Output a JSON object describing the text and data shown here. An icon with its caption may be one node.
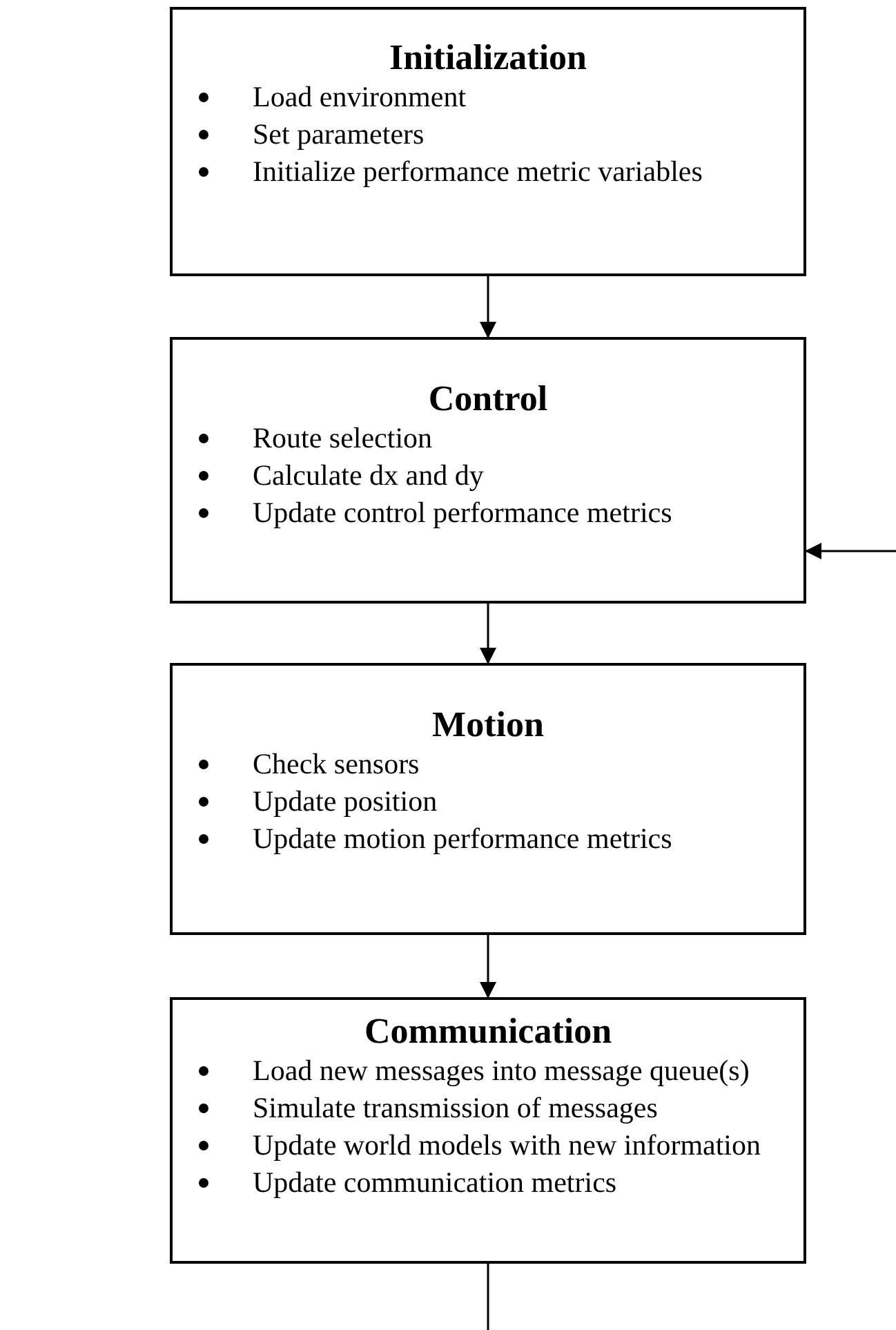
{
  "diagram": {
    "nodes": [
      {
        "text": [
          "Initialization",
          "Load environment",
          "Set parameters",
          "Initialize performance metric variables"
        ]
      },
      {
        "text": [
          "Control",
          "Route selection",
          "Calculate dx and dy",
          "Update control performance metrics"
        ]
      },
      {
        "text": [
          "Motion",
          "Check sensors",
          "Update position",
          "Update motion performance metrics"
        ]
      },
      {
        "text": [
          "Communication",
          "Load new messages into message queue(s)",
          "Simulate transmission of messages",
          "Update world models with new information",
          "Update communication metrics"
        ]
      }
    ],
    "edges": [
      {
        "from": 0,
        "to": 1,
        "arrow": "to"
      },
      {
        "from": 1,
        "to": 2,
        "arrow": "to"
      },
      {
        "from": 2,
        "to": 3,
        "arrow": "to"
      },
      {
        "from": 3,
        "to": null,
        "arrow": "none"
      },
      {
        "from": null,
        "to": 1,
        "arrow": "to"
      }
    ]
  }
}
